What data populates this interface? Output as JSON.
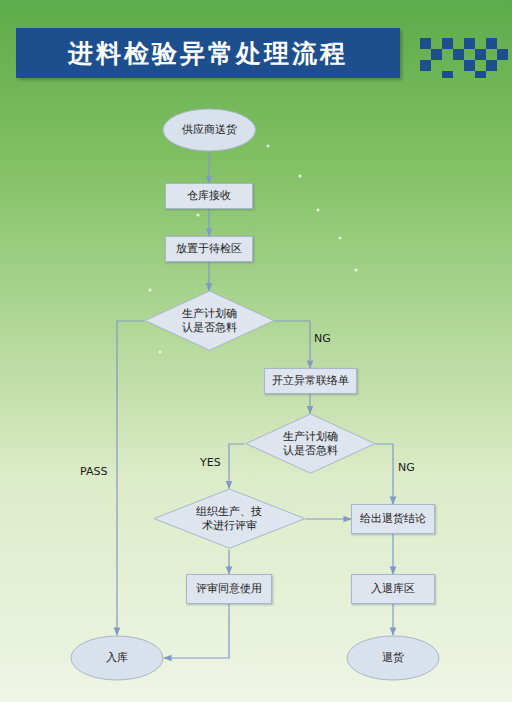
{
  "diagram": {
    "title": "进料检验异常处理流程",
    "nodes": [
      {
        "text": [
          "供应商送货"
        ]
      },
      {
        "text": [
          "仓库接收"
        ]
      },
      {
        "text": [
          "放置于待检区"
        ]
      },
      {
        "text": [
          "生产计划确 认是否急料"
        ]
      },
      {
        "text": [
          "开立异常联络单"
        ]
      },
      {
        "text": [
          "生产计划确 认是否急料"
        ]
      },
      {
        "text": [
          "组织生产、技 术进行评审"
        ]
      },
      {
        "text": [
          "给出退货结论"
        ]
      },
      {
        "text": [
          "评审同意使用"
        ]
      },
      {
        "text": [
          "入退库区"
        ]
      },
      {
        "text": [
          "入库"
        ]
      },
      {
        "text": [
          "退货"
        ]
      }
    ],
    "edges": [
      {
        "from": 0,
        "to": 1,
        "arrow": "to"
      },
      {
        "from": 1,
        "to": 2,
        "arrow": "to"
      },
      {
        "from": 2,
        "to": 3,
        "arrow": "to"
      },
      {
        "from": 3,
        "to": 10,
        "label": "PASS",
        "arrow": "to"
      },
      {
        "from": 3,
        "to": 4,
        "label": "NG",
        "arrow": "to"
      },
      {
        "from": 4,
        "to": 5,
        "arrow": "to"
      },
      {
        "from": 5,
        "to": 6,
        "label": "YES",
        "arrow": "to"
      },
      {
        "from": 5,
        "to": 7,
        "label": "NG",
        "arrow": "to"
      },
      {
        "from": 6,
        "to": 7,
        "arrow": "to"
      },
      {
        "from": 6,
        "to": 8,
        "arrow": "to"
      },
      {
        "from": 8,
        "to": 10,
        "arrow": "to"
      },
      {
        "from": 7,
        "to": 9,
        "arrow": "to"
      },
      {
        "from": 9,
        "to": 11,
        "arrow": "to"
      }
    ]
  }
}
